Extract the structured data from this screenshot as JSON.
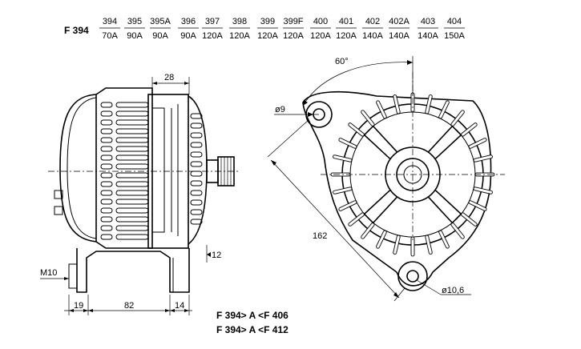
{
  "header": {
    "model": "F 394",
    "variants": [
      {
        "code": "394",
        "current": "70A"
      },
      {
        "code": "395",
        "current": "90A"
      },
      {
        "code": "395A",
        "current": "90A"
      },
      {
        "code": "396",
        "current": "90A"
      },
      {
        "code": "397",
        "current": "120A"
      },
      {
        "code": "398",
        "current": "120A"
      },
      {
        "code": "399",
        "current": "120A"
      },
      {
        "code": "399F",
        "current": "120A"
      },
      {
        "code": "400",
        "current": "120A"
      },
      {
        "code": "401",
        "current": "120A"
      },
      {
        "code": "402",
        "current": "140A"
      },
      {
        "code": "402A",
        "current": "140A"
      },
      {
        "code": "403",
        "current": "140A"
      },
      {
        "code": "404",
        "current": "150A"
      }
    ]
  },
  "side_view": {
    "dim_top": "28",
    "dim_bolt": "M10",
    "dim_left": "19",
    "dim_mid": "82",
    "dim_right": "14",
    "dim_gap": "12"
  },
  "front_view": {
    "angle": "60°",
    "hole_top": "ø9",
    "hole_bottom": "ø10,6",
    "length": "162"
  },
  "notes": [
    "F 394> A <F 406",
    "F 394> A <F 412"
  ]
}
